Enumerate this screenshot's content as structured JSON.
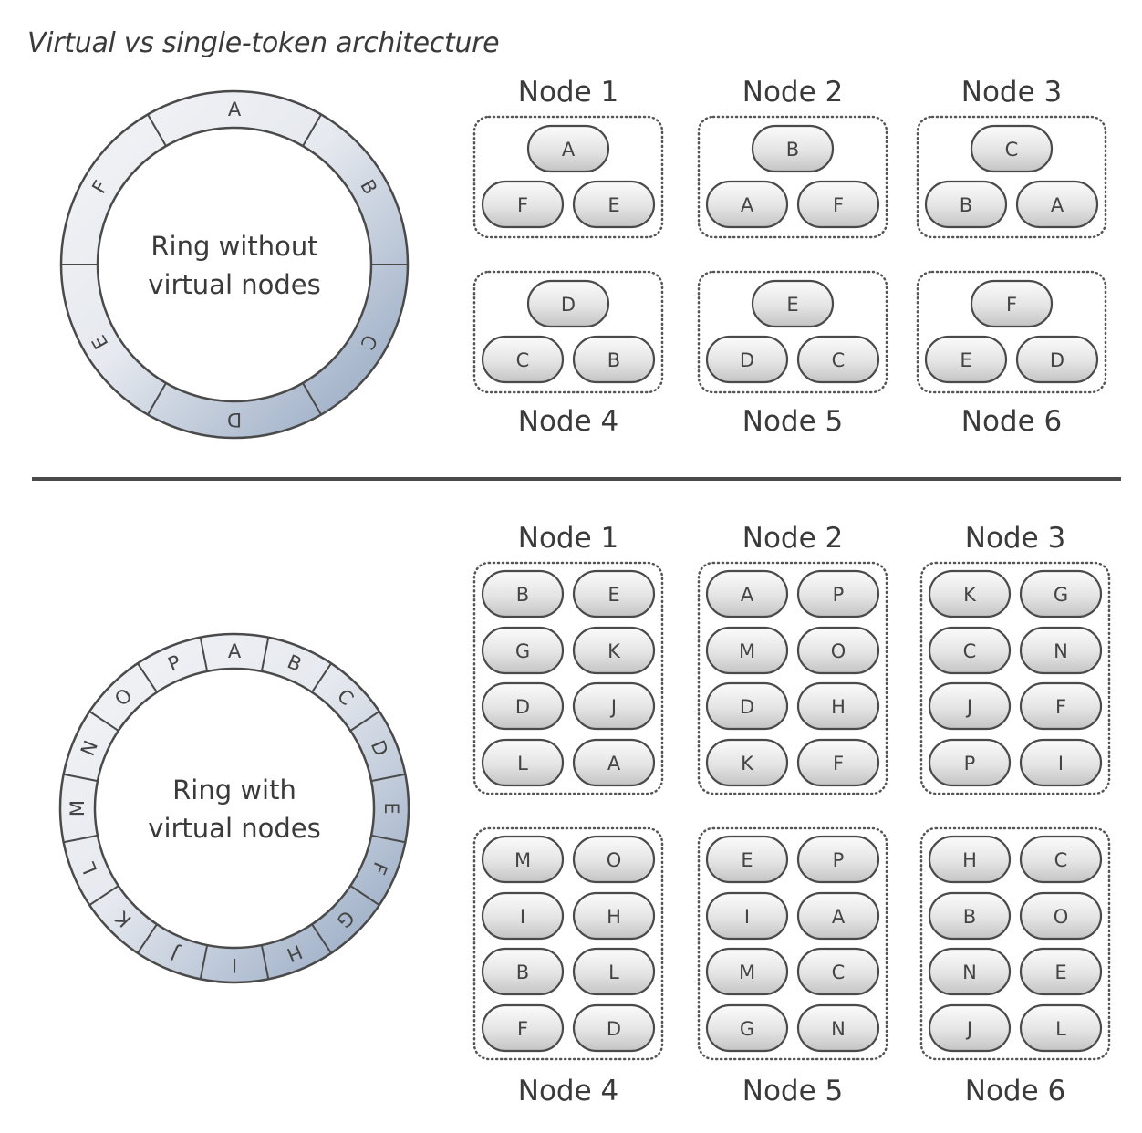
{
  "title": "Virtual vs single-token architecture",
  "top": {
    "ring_label": [
      "Ring without",
      "virtual nodes"
    ],
    "ring_segments": [
      "A",
      "B",
      "C",
      "D",
      "E",
      "F"
    ],
    "nodes": [
      {
        "name": "Node 1",
        "top": [
          "A"
        ],
        "bottom": [
          "F",
          "E"
        ]
      },
      {
        "name": "Node 2",
        "top": [
          "B"
        ],
        "bottom": [
          "A",
          "F"
        ]
      },
      {
        "name": "Node 3",
        "top": [
          "C"
        ],
        "bottom": [
          "B",
          "A"
        ]
      },
      {
        "name": "Node 4",
        "top": [
          "D"
        ],
        "bottom": [
          "C",
          "B"
        ]
      },
      {
        "name": "Node 5",
        "top": [
          "E"
        ],
        "bottom": [
          "D",
          "C"
        ]
      },
      {
        "name": "Node 6",
        "top": [
          "F"
        ],
        "bottom": [
          "E",
          "D"
        ]
      }
    ]
  },
  "bottom": {
    "ring_label": [
      "Ring with",
      "virtual nodes"
    ],
    "ring_segments": [
      "A",
      "B",
      "C",
      "D",
      "E",
      "F",
      "G",
      "H",
      "I",
      "J",
      "K",
      "L",
      "M",
      "N",
      "O",
      "P"
    ],
    "nodes": [
      {
        "name": "Node 1",
        "tokens": [
          "B",
          "E",
          "G",
          "K",
          "D",
          "J",
          "L",
          "A"
        ]
      },
      {
        "name": "Node 2",
        "tokens": [
          "A",
          "P",
          "M",
          "O",
          "D",
          "H",
          "K",
          "F"
        ]
      },
      {
        "name": "Node 3",
        "tokens": [
          "K",
          "G",
          "C",
          "N",
          "J",
          "F",
          "P",
          "I"
        ]
      },
      {
        "name": "Node 4",
        "tokens": [
          "M",
          "O",
          "I",
          "H",
          "B",
          "L",
          "F",
          "D"
        ]
      },
      {
        "name": "Node 5",
        "tokens": [
          "E",
          "P",
          "I",
          "A",
          "M",
          "C",
          "G",
          "N"
        ]
      },
      {
        "name": "Node 6",
        "tokens": [
          "H",
          "C",
          "B",
          "O",
          "N",
          "E",
          "J",
          "L"
        ]
      }
    ]
  },
  "colors": {
    "ring_light": "#eef0f4",
    "ring_dark": "#9fb0c8",
    "pill_fill_top": "#f6f6f6",
    "pill_fill_bottom": "#cfcfcf",
    "stroke": "#4a4a4a",
    "divider": "#4a4a4a"
  }
}
